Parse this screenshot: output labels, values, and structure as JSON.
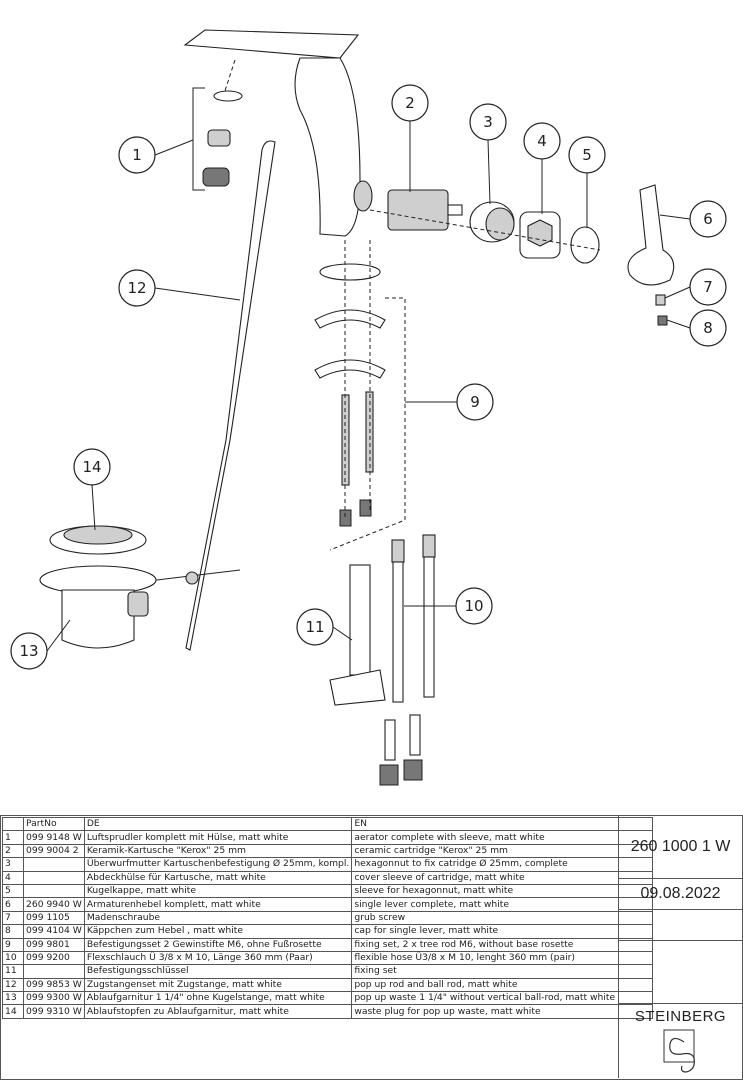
{
  "callouts": [
    "1",
    "2",
    "3",
    "4",
    "5",
    "6",
    "7",
    "8",
    "9",
    "10",
    "11",
    "12",
    "13",
    "14"
  ],
  "table": {
    "headers": {
      "num": "",
      "part_no": "PartNo",
      "de": "DE",
      "en": "EN"
    },
    "rows": [
      {
        "num": "1",
        "part_no": "099 9148 W",
        "de": "Luftsprudler komplett mit Hülse, matt white",
        "en": "aerator complete with sleeve, matt white"
      },
      {
        "num": "2",
        "part_no": "099 9004 2",
        "de": "Keramik-Kartusche \"Kerox\" 25 mm",
        "en": "ceramic cartridge \"Kerox\" 25 mm"
      },
      {
        "num": "3",
        "part_no": "",
        "de": "Überwurfmutter Kartuschenbefestigung Ø 25mm, kompl.",
        "en": "hexagonnut to fix catridge Ø 25mm, complete"
      },
      {
        "num": "4",
        "part_no": "",
        "de": "Abdeckhülse für Kartusche, matt white",
        "en": "cover  sleeve of cartridge, matt white"
      },
      {
        "num": "5",
        "part_no": "",
        "de": "Kugelkappe, matt white",
        "en": "sleeve for hexagonnut, matt white"
      },
      {
        "num": "6",
        "part_no": "260 9940 W",
        "de": "Armaturenhebel komplett, matt white",
        "en": "single lever complete, matt white"
      },
      {
        "num": "7",
        "part_no": "099 1105",
        "de": "Madenschraube",
        "en": "grub screw"
      },
      {
        "num": "8",
        "part_no": "099 4104 W",
        "de": "Käppchen zum Hebel , matt white",
        "en": "cap for single lever, matt white"
      },
      {
        "num": "9",
        "part_no": "099 9801",
        "de": "Befestigungsset 2 Gewinstifte M6, ohne Fußrosette",
        "en": "fixing set, 2 x tree rod M6, without base rosette"
      },
      {
        "num": "10",
        "part_no": "099 9200",
        "de": "Flexschlauch Ü 3/8 x M 10, Länge 360 mm (Paar)",
        "en": "flexible hose Ü3/8 x M 10, lenght 360 mm (pair)"
      },
      {
        "num": "11",
        "part_no": "",
        "de": "Befestigungsschlüssel",
        "en": "fixing set"
      },
      {
        "num": "12",
        "part_no": "099 9853 W",
        "de": "Zugstangenset mit Zugstange, matt white",
        "en": "pop up rod and ball rod, matt white"
      },
      {
        "num": "13",
        "part_no": "099 9300 W",
        "de": "Ablaufgarnitur 1 1/4\" ohne Kugelstange, matt white",
        "en": "pop up waste 1 1/4\" without vertical ball-rod, matt white"
      },
      {
        "num": "14",
        "part_no": "099 9310 W",
        "de": "Ablaufstopfen zu Ablaufgarnitur, matt white",
        "en": "waste plug for pop up waste, matt white"
      }
    ]
  },
  "title_block": {
    "article_no": "260 1000 1 W",
    "date": "09.08.2022",
    "brand": "STEINBERG"
  }
}
